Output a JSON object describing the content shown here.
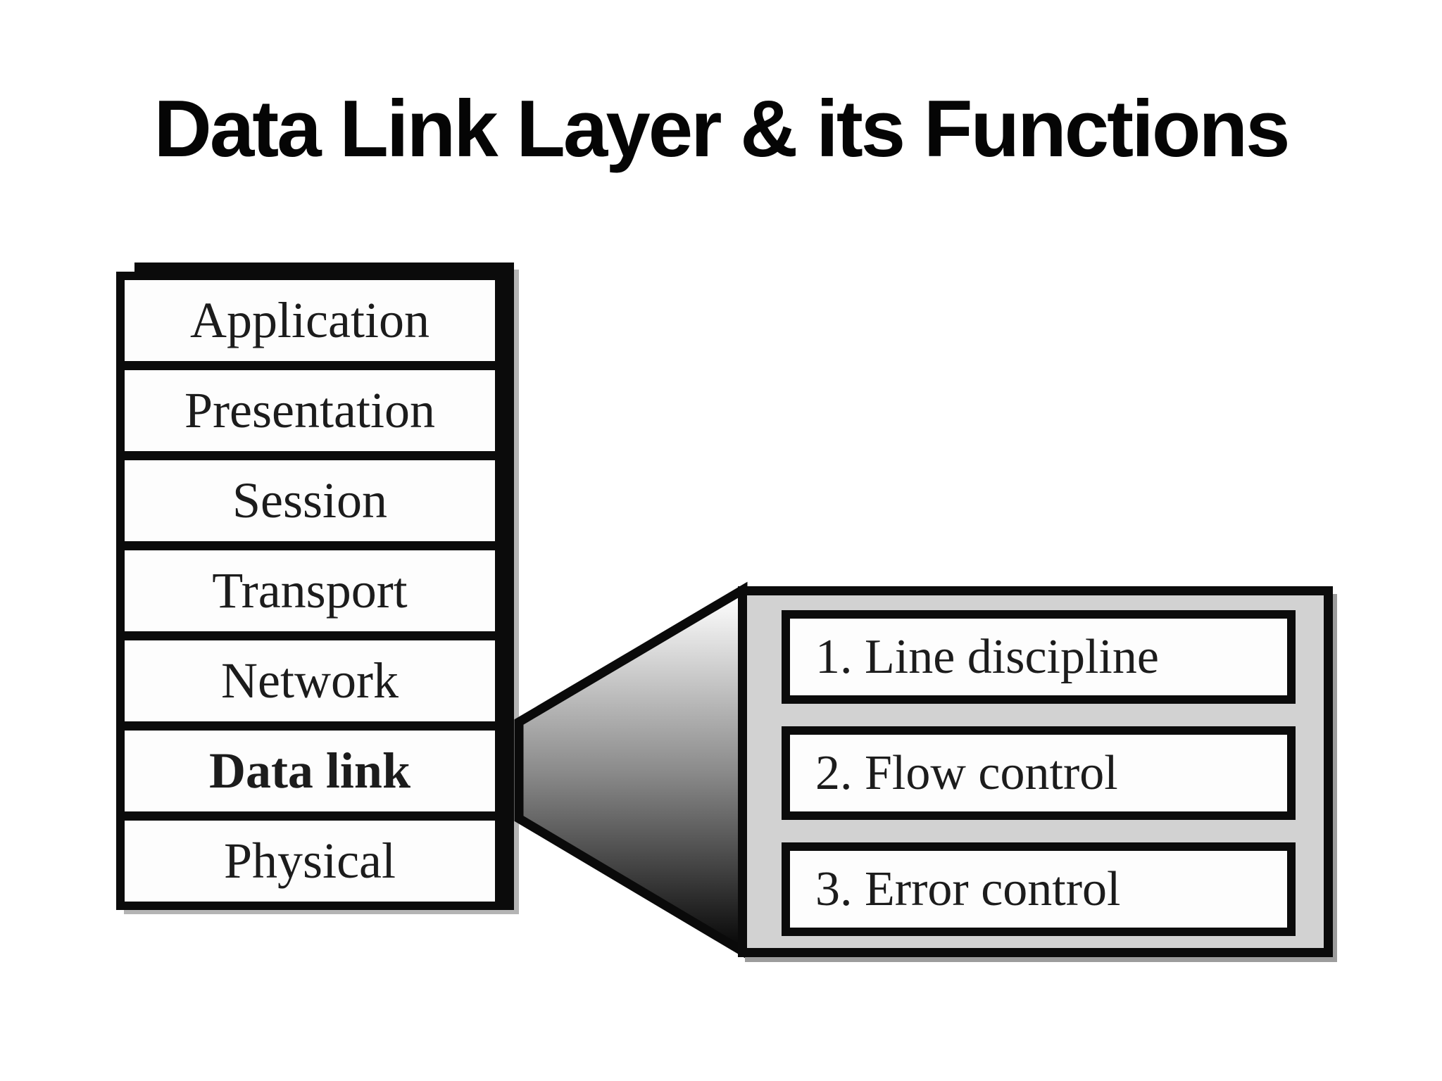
{
  "title": "Data Link Layer & its Functions",
  "osi_stack": {
    "layers": [
      {
        "label": "Application",
        "emphasis": false
      },
      {
        "label": "Presentation",
        "emphasis": false
      },
      {
        "label": "Session",
        "emphasis": false
      },
      {
        "label": "Transport",
        "emphasis": false
      },
      {
        "label": "Network",
        "emphasis": false
      },
      {
        "label": "Data link",
        "emphasis": true
      },
      {
        "label": "Physical",
        "emphasis": false
      }
    ]
  },
  "functions_panel": {
    "items": [
      "1. Line discipline",
      "2. Flow control",
      "3. Error control"
    ]
  },
  "colors": {
    "border_black": "#0b0b0b",
    "panel_gray": "#d2d2d2",
    "box_white": "#fdfdfd",
    "funnel_gradient_top": "#ffffff",
    "funnel_gradient_bottom": "#050505"
  }
}
